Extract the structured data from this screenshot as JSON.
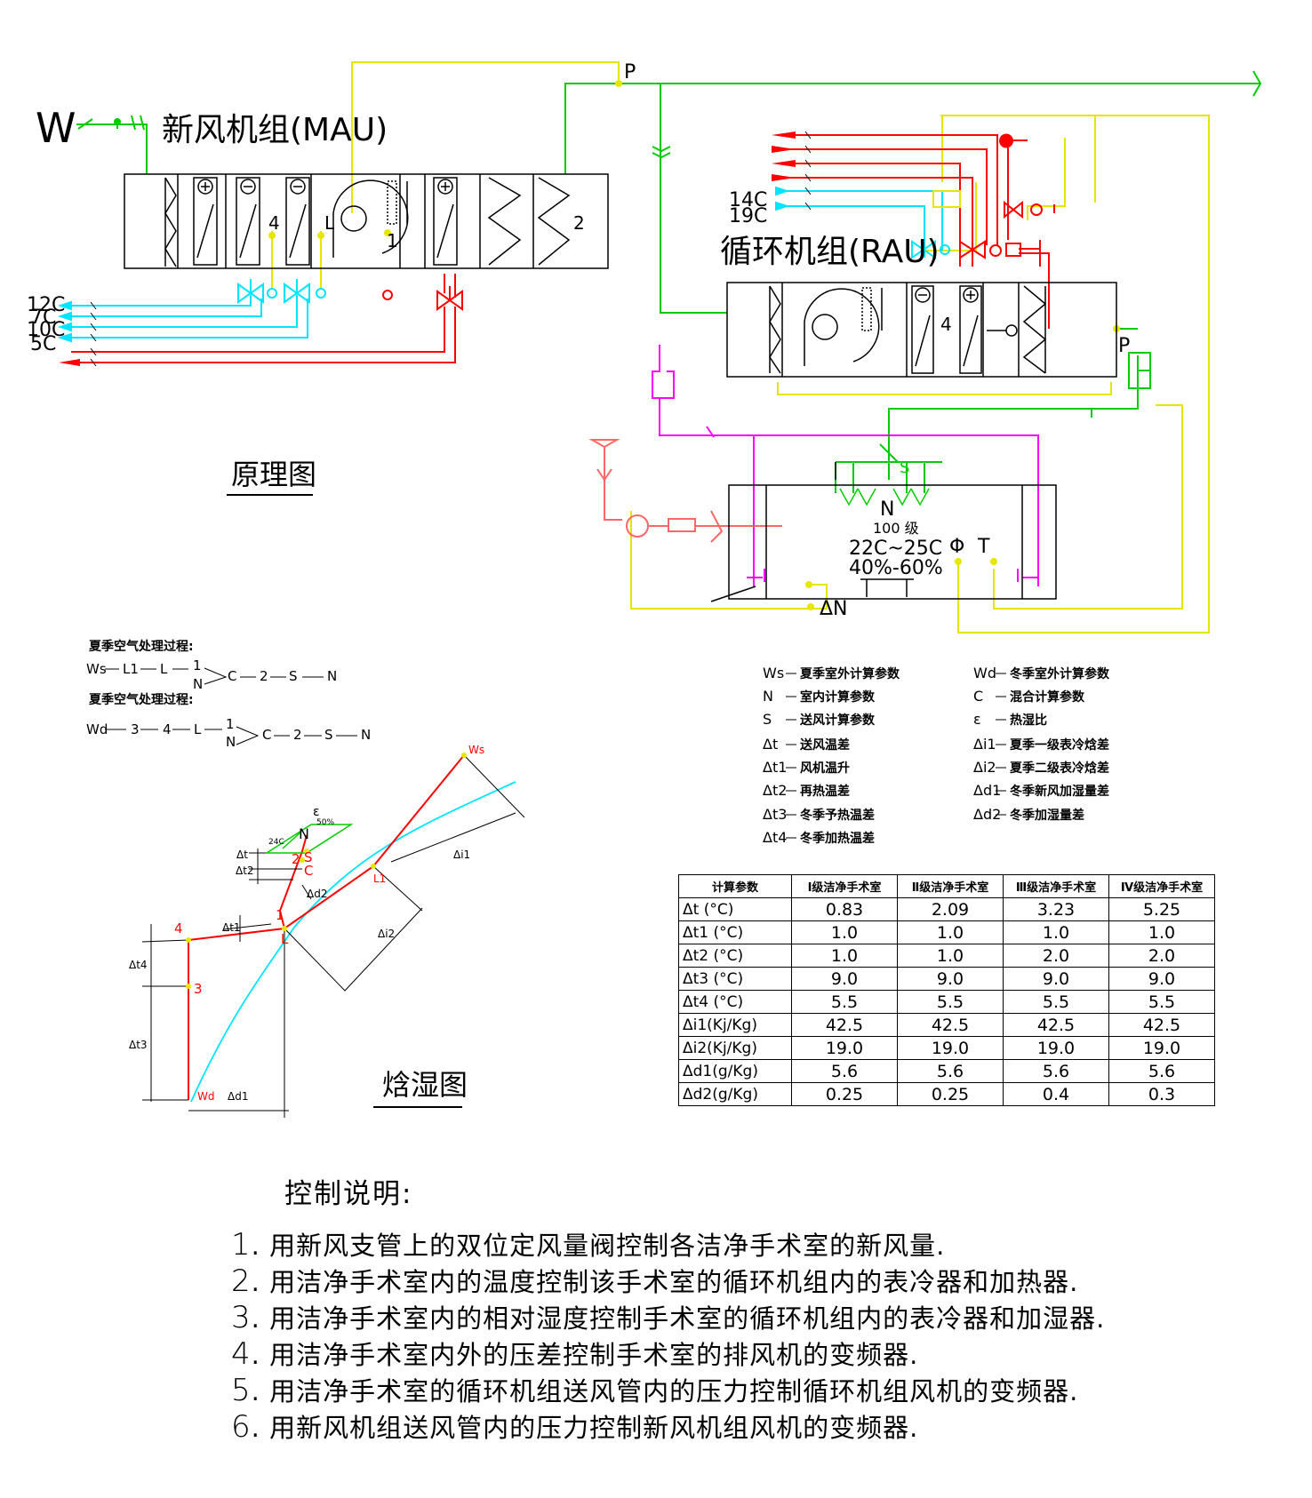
{
  "schematic": {
    "title": "原理图",
    "mau_label": "新风机组(MAU)",
    "rau_label": "循环机组(RAU)",
    "outdoor_label": "W",
    "pressure_label": "P",
    "mau_cold_temps": [
      "12C",
      "7C",
      "10C",
      "5C"
    ],
    "rau_cold_temps": [
      "14C",
      "19C"
    ],
    "room": {
      "supply_label": "S",
      "room_label": "N",
      "grade": "100 级",
      "temp_range": "22C~25C",
      "humidity_range": "40%-60%",
      "sensor_phi": "Φ",
      "sensor_t": "T",
      "dp_label": "ΔN"
    },
    "mau_section_numbers": [
      "4",
      "L",
      "1",
      "2"
    ],
    "rau_section_numbers": [
      "4"
    ],
    "colors": {
      "fresh_air": "#00cc00",
      "signal": "#e6e600",
      "cold": "#00e5ff",
      "hot": "#ff0000",
      "exhaust": "#ff00ff",
      "exhaust_fan": "#ff6666"
    }
  },
  "process": {
    "summer_title": "夏季空气处理过程:",
    "summer_chain": [
      "Ws",
      "L1",
      "L",
      "1",
      "N",
      "C",
      "2",
      "S",
      "N"
    ],
    "winter_title": "夏季空气处理过程:",
    "winter_chain": [
      "Wd",
      "3",
      "4",
      "L",
      "1",
      "N",
      "C",
      "2",
      "S",
      "N"
    ]
  },
  "legend": {
    "left": [
      {
        "sym": "Ws",
        "desc": "夏季室外计算参数"
      },
      {
        "sym": "N",
        "desc": "室内计算参数"
      },
      {
        "sym": "S",
        "desc": "送风计算参数"
      },
      {
        "sym": "Δt",
        "desc": "送风温差"
      },
      {
        "sym": "Δt1",
        "desc": "风机温升"
      },
      {
        "sym": "Δt2",
        "desc": "再热温差"
      },
      {
        "sym": "Δt3",
        "desc": "冬季予热温差"
      },
      {
        "sym": "Δt4",
        "desc": "冬季加热温差"
      }
    ],
    "right": [
      {
        "sym": "Wd",
        "desc": "冬季室外计算参数"
      },
      {
        "sym": "C",
        "desc": "混合计算参数"
      },
      {
        "sym": "ε",
        "desc": "热湿比"
      },
      {
        "sym": "Δi1",
        "desc": "夏季一级表冷焓差"
      },
      {
        "sym": "Δi2",
        "desc": "夏季二级表冷焓差"
      },
      {
        "sym": "Δd1",
        "desc": "冬季新风加湿量差"
      },
      {
        "sym": "Δd2",
        "desc": "冬季加湿量差"
      }
    ]
  },
  "table": {
    "headers": [
      "计算参数",
      "Ⅰ级洁净手术室",
      "Ⅱ级洁净手术室",
      "Ⅲ级洁净手术室",
      "Ⅳ级洁净手术室"
    ],
    "rows": [
      {
        "param": "Δt (°C)",
        "values": [
          "0.83",
          "2.09",
          "3.23",
          "5.25"
        ]
      },
      {
        "param": "Δt1 (°C)",
        "values": [
          "1.0",
          "1.0",
          "1.0",
          "1.0"
        ]
      },
      {
        "param": "Δt2 (°C)",
        "values": [
          "1.0",
          "1.0",
          "2.0",
          "2.0"
        ]
      },
      {
        "param": "Δt3 (°C)",
        "values": [
          "9.0",
          "9.0",
          "9.0",
          "9.0"
        ]
      },
      {
        "param": "Δt4 (°C)",
        "values": [
          "5.5",
          "5.5",
          "5.5",
          "5.5"
        ]
      },
      {
        "param": "Δi1(Kj/Kg)",
        "values": [
          "42.5",
          "42.5",
          "42.5",
          "42.5"
        ]
      },
      {
        "param": "Δi2(Kj/Kg)",
        "values": [
          "19.0",
          "19.0",
          "19.0",
          "19.0"
        ]
      },
      {
        "param": "Δd1(g/Kg)",
        "values": [
          "5.6",
          "5.6",
          "5.6",
          "5.6"
        ]
      },
      {
        "param": "Δd2(g/Kg)",
        "values": [
          "0.25",
          "0.25",
          "0.4",
          "0.3"
        ]
      }
    ]
  },
  "psychro": {
    "title": "焓湿图",
    "points": {
      "Ws": "Ws",
      "Wd": "Wd",
      "L1": "L1",
      "L": "L",
      "1": "1",
      "2": "2",
      "3": "3",
      "4": "4",
      "S": "S",
      "C": "C",
      "N": "N",
      "eps": "ε"
    },
    "labels": {
      "di1": "Δi1",
      "di2": "Δi2",
      "dd1": "Δd1",
      "dd2": "Δd2",
      "dt": "Δt",
      "dt1": "Δt1",
      "dt2": "Δt2",
      "dt3": "Δt3",
      "dt4": "Δt4",
      "t24": "24C",
      "rh50": "50%"
    }
  },
  "notes": {
    "title": "控制说明:",
    "items": [
      {
        "num": "1",
        "text": "用新风支管上的双位定风量阀控制各洁净手术室的新风量."
      },
      {
        "num": "2",
        "text": "用洁净手术室内的温度控制该手术室的循环机组内的表冷器和加热器."
      },
      {
        "num": "3",
        "text": "用洁净手术室内的相对湿度控制手术室的循环机组内的表冷器和加湿器."
      },
      {
        "num": "4",
        "text": "用洁净手术室内外的压差控制手术室的排风机的变频器."
      },
      {
        "num": "5",
        "text": "用洁净手术室的循环机组送风管内的压力控制循环机组风机的变频器."
      },
      {
        "num": "6",
        "text": "用新风机组送风管内的压力控制新风机组风机的变频器."
      }
    ]
  }
}
